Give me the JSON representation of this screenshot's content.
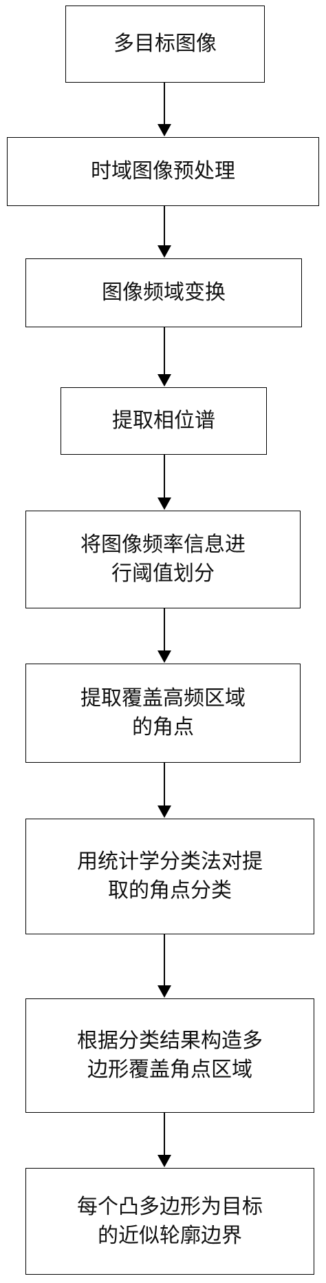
{
  "steps": [
    {
      "text": "多目标图像"
    },
    {
      "text": "时域图像预处理"
    },
    {
      "text": "图像频域变换"
    },
    {
      "text": "提取相位谱"
    },
    {
      "text": "将图像频率信息进\n行阈值划分"
    },
    {
      "text": "提取覆盖高频区域\n的角点"
    },
    {
      "text": "用统计学分类法对提\n取的角点分类"
    },
    {
      "text": "根据分类结果构造多\n边形覆盖角点区域"
    },
    {
      "text": "每个凸多边形为目标\n的近似轮廓边界"
    }
  ]
}
